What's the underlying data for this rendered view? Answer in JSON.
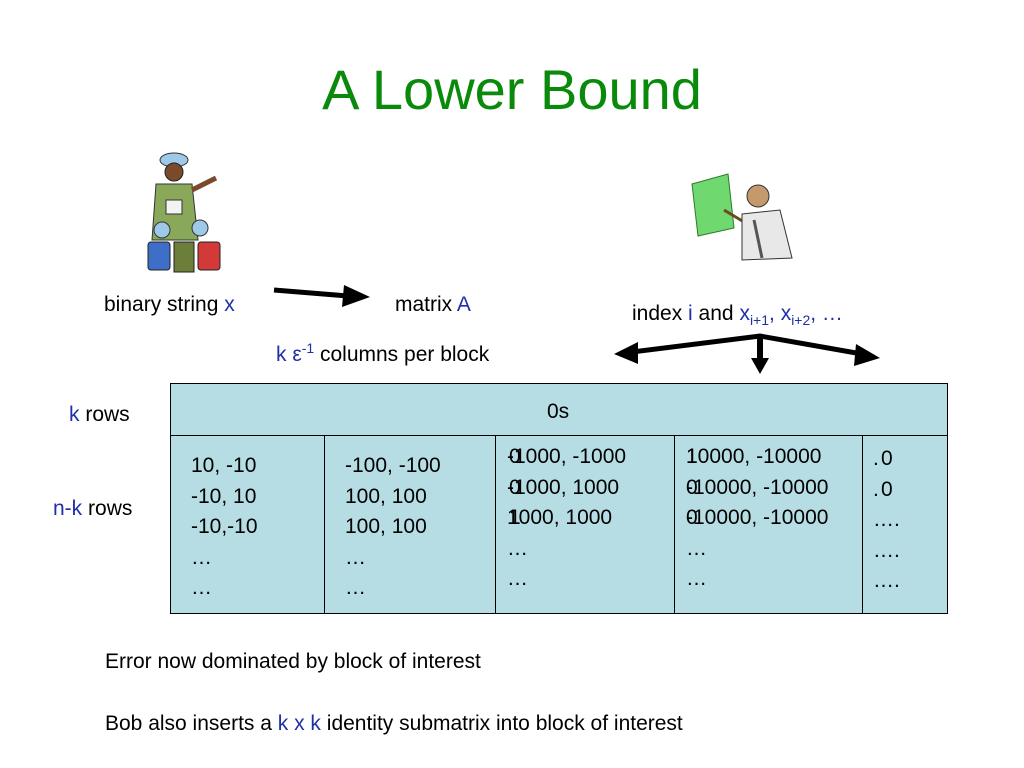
{
  "title": "A Lower Bound",
  "left_label": {
    "text": "binary string ",
    "var": "x"
  },
  "middle_label": {
    "text": "matrix ",
    "var": "A"
  },
  "right_label": {
    "prefix": "index ",
    "i": "i",
    "and": " and ",
    "x1": "x",
    "sub1": "i+1",
    "comma1": ", ",
    "x2": "x",
    "sub2": "i+2",
    "tail": ", …"
  },
  "columns_label": {
    "k": "k ε",
    "sup": "-1",
    "rest": " columns per block"
  },
  "k_rows": {
    "var": "k",
    "text": " rows"
  },
  "nk_rows": {
    "var": "n-k",
    "text": " rows"
  },
  "top_block": "0s",
  "blocks": [
    {
      "lines": [
        "10, -10",
        "-10, 10",
        "-10,-10",
        "…",
        "…"
      ]
    },
    {
      "lines": [
        "-100, -100",
        "100, 100",
        "100, 100",
        "…",
        "…"
      ]
    },
    {
      "lines": [
        "-1000, -1000",
        "-1000, 1000",
        "1000, 1000",
        "…",
        "…"
      ],
      "overlay": [
        "0",
        "0",
        "1"
      ]
    },
    {
      "lines": [
        "10000, -10000",
        "-10000, -10000",
        "-10000, -10000",
        "…",
        "…"
      ],
      "overlay": [
        "1",
        "0",
        "0"
      ]
    },
    {
      "lines": [
        ". ",
        ". ",
        "….",
        "….",
        "…."
      ],
      "overlay": [
        "0",
        "0",
        ""
      ]
    }
  ],
  "bullet1": "Error now dominated by block of interest",
  "bullet2": {
    "a": "Bob also inserts a ",
    "k": "k x k",
    "b": " identity submatrix into block of interest"
  }
}
